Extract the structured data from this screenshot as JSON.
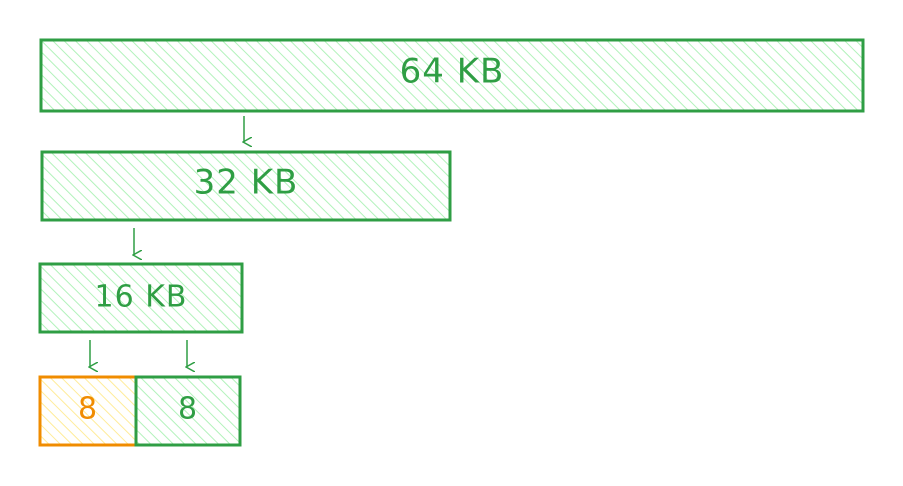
{
  "blocks": {
    "b64": {
      "label": "64 KB",
      "fill": "#b2f2bb",
      "stroke": "#2f9e44",
      "text_color": "#2f9e44"
    },
    "b32": {
      "label": "32 KB",
      "fill": "#b2f2bb",
      "stroke": "#2f9e44",
      "text_color": "#2f9e44"
    },
    "b16": {
      "label": "16 KB",
      "fill": "#b2f2bb",
      "stroke": "#2f9e44",
      "text_color": "#2f9e44"
    },
    "b8_left": {
      "label": "8",
      "fill": "#ffec99",
      "stroke": "#f08c00",
      "text_color": "#f08c00"
    },
    "b8_right": {
      "label": "8",
      "fill": "#b2f2bb",
      "stroke": "#2f9e44",
      "text_color": "#2f9e44"
    }
  },
  "arrow_color": "#2f9e44"
}
